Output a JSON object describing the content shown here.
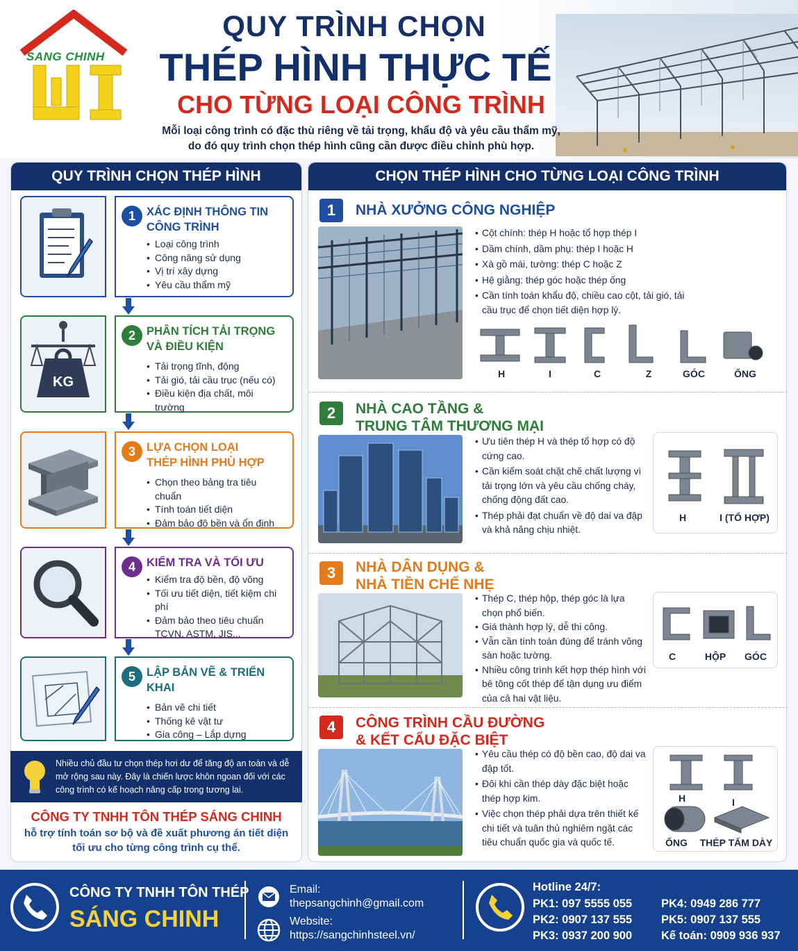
{
  "logo": {
    "brand": "SANG CHINH"
  },
  "header": {
    "title_line1": "QUY TRÌNH CHỌN",
    "title_line2": "THÉP HÌNH THỰC TẾ",
    "title_line3": "CHO TỪNG LOẠI CÔNG TRÌNH",
    "subtitle_line1": "Mỗi loại công trình có đặc thù riêng về tải trọng, khẩu độ và yêu cầu thẩm mỹ,",
    "subtitle_line2": "do đó quy trình chọn thép hình cũng cần được điều chỉnh phù hợp."
  },
  "left_panel": {
    "heading": "QUY TRÌNH CHỌN THÉP HÌNH",
    "steps": [
      {
        "num": "1",
        "title1": "XÁC ĐỊNH THÔNG TIN",
        "title2": "CÔNG TRÌNH",
        "items": [
          "Loại công trình",
          "Công năng sử dụng",
          "Vị trí xây dựng",
          "Yêu cầu thẩm mỹ"
        ],
        "color": "#1f4fa0",
        "icon": "clipboard-pen-icon"
      },
      {
        "num": "2",
        "title1": "PHÂN TÍCH TẢI TRỌNG",
        "title2": "VÀ ĐIỀU KIỆN",
        "items": [
          "Tải trọng tĩnh, động",
          "Tải gió, tải cầu trục (nếu có)",
          "Điều kiện địa chất, môi trường"
        ],
        "color": "#2f7d3a",
        "icon": "scale-weight-icon",
        "icon_label": "KG"
      },
      {
        "num": "3",
        "title1": "LỰA CHỌN LOẠI",
        "title2": "THÉP HÌNH PHÙ HỢP",
        "items": [
          "Chọn theo bảng tra tiêu chuẩn",
          "Tính toán tiết diện",
          "Đảm bảo độ bền và ổn định"
        ],
        "color": "#e37b1c",
        "icon": "i-beam-icon"
      },
      {
        "num": "4",
        "title1": "KIỂM TRA VÀ TỐI ƯU",
        "title2": "",
        "items": [
          "Kiểm tra độ bền, độ võng",
          "Tối ưu tiết diện, tiết kiệm chi phí",
          "Đảm bảo theo tiêu chuẩn TCVN, ASTM, JIS..."
        ],
        "color": "#6b2f8f",
        "icon": "magnifier-icon"
      },
      {
        "num": "5",
        "title1": "LẬP BẢN VẼ & TRIỂN KHAI",
        "title2": "",
        "items": [
          "Bản vẽ chi tiết",
          "Thống kê vật tư",
          "Gia công – Lắp dựng"
        ],
        "color": "#1c6e7d",
        "icon": "blueprint-pen-icon"
      }
    ],
    "tip": "Nhiều chủ đầu tư chọn thép hơi dư để tăng độ an toàn và dễ mở rộng sau này. Đây là chiến lược khôn ngoan đối với các công trình có kế hoạch nâng cấp trong tương lai.",
    "company": "CÔNG TY TNHH TÔN THÉP SÁNG CHINH",
    "company_sub1": "hỗ trợ tính toán sơ bộ và đề xuất phương án tiết diện",
    "company_sub2": "tối ưu cho từng công trình cụ thể."
  },
  "right_panel": {
    "heading": "CHỌN THÉP HÌNH CHO TỪNG LOẠI CÔNG TRÌNH",
    "sections": [
      {
        "num": "1",
        "title1": "NHÀ XƯỞNG CÔNG NGHIỆP",
        "title2": "",
        "color": "#1f4fa0",
        "items": [
          "Cột chính: thép H hoặc tổ hợp thép I",
          "Dầm chính, dầm phụ: thép I hoặc H",
          "Xà gồ mái, tường: thép C hoặc Z",
          "Hệ giằng: thép góc hoặc thép ống",
          "Cần tính toán khẩu độ, chiều cao cột, tải gió, tải cầu trục để chọn tiết diện hợp lý."
        ],
        "steels": [
          "H",
          "I",
          "C",
          "Z",
          "GÓC",
          "ỐNG"
        ]
      },
      {
        "num": "2",
        "title1": "NHÀ CAO TẦNG &",
        "title2": "TRUNG TÂM THƯƠNG MẠI",
        "color": "#2f7d3a",
        "items": [
          "Ưu tiên thép H và thép tổ hợp có độ cứng cao.",
          "Cần kiểm soát chặt chẽ chất lượng vì tải trọng lớn và yêu cầu chống cháy, chống động đất cao.",
          "Thép phải đạt chuẩn về độ dai va đập và khả năng chịu nhiệt."
        ],
        "steels": [
          "H",
          "I (TỔ HỢP)"
        ]
      },
      {
        "num": "3",
        "title1": "NHÀ DÂN DỤNG &",
        "title2": "NHÀ TIỀN CHẾ NHẸ",
        "color": "#e37b1c",
        "items": [
          "Thép C, thép hộp, thép góc là lựa chọn phổ biến.",
          "Giá thành hợp lý, dễ thi công.",
          "Vẫn cần tính toán đúng để tránh võng sàn hoặc tường.",
          "Nhiều công trình kết hợp thép hình với bê tông cốt thép để tận dụng ưu điểm của cả hai vật liệu."
        ],
        "steels": [
          "C",
          "HỘP",
          "GÓC"
        ]
      },
      {
        "num": "4",
        "title1": "CÔNG TRÌNH CẦU ĐƯỜNG",
        "title2": "& KẾT CẤU ĐẶC BIỆT",
        "color": "#d42a1e",
        "items": [
          "Yêu cầu thép có độ bền cao, độ dai va đập tốt.",
          "Đôi khi cần thép dày đặc biệt hoặc thép hợp kim.",
          "Việc chọn thép phải dựa trên thiết kế chi tiết và tuân thủ nghiêm ngặt các tiêu chuẩn quốc gia và quốc tế."
        ],
        "steels": [
          "H",
          "I",
          "ỐNG",
          "THÉP TẤM DÀY"
        ]
      }
    ]
  },
  "footer": {
    "company_line1": "CÔNG TY TNHH TÔN THÉP",
    "company_line2": "SÁNG CHINH",
    "email_label": "Email:",
    "email": "thepsangchinh@gmail.com",
    "website_label": "Website:",
    "website": "https://sangchinhsteel.vn/",
    "hotline_label": "Hotline 24/7:",
    "pk1": "PK1:  097 5555 055",
    "pk2": "PK2:  0907 137 555",
    "pk3": "PK3:  0937 200 900",
    "pk4": "PK4:  0949 286 777",
    "pk5": "PK5:  0907 137 555",
    "ketoan": "Kế toán: 0909 936 937"
  }
}
